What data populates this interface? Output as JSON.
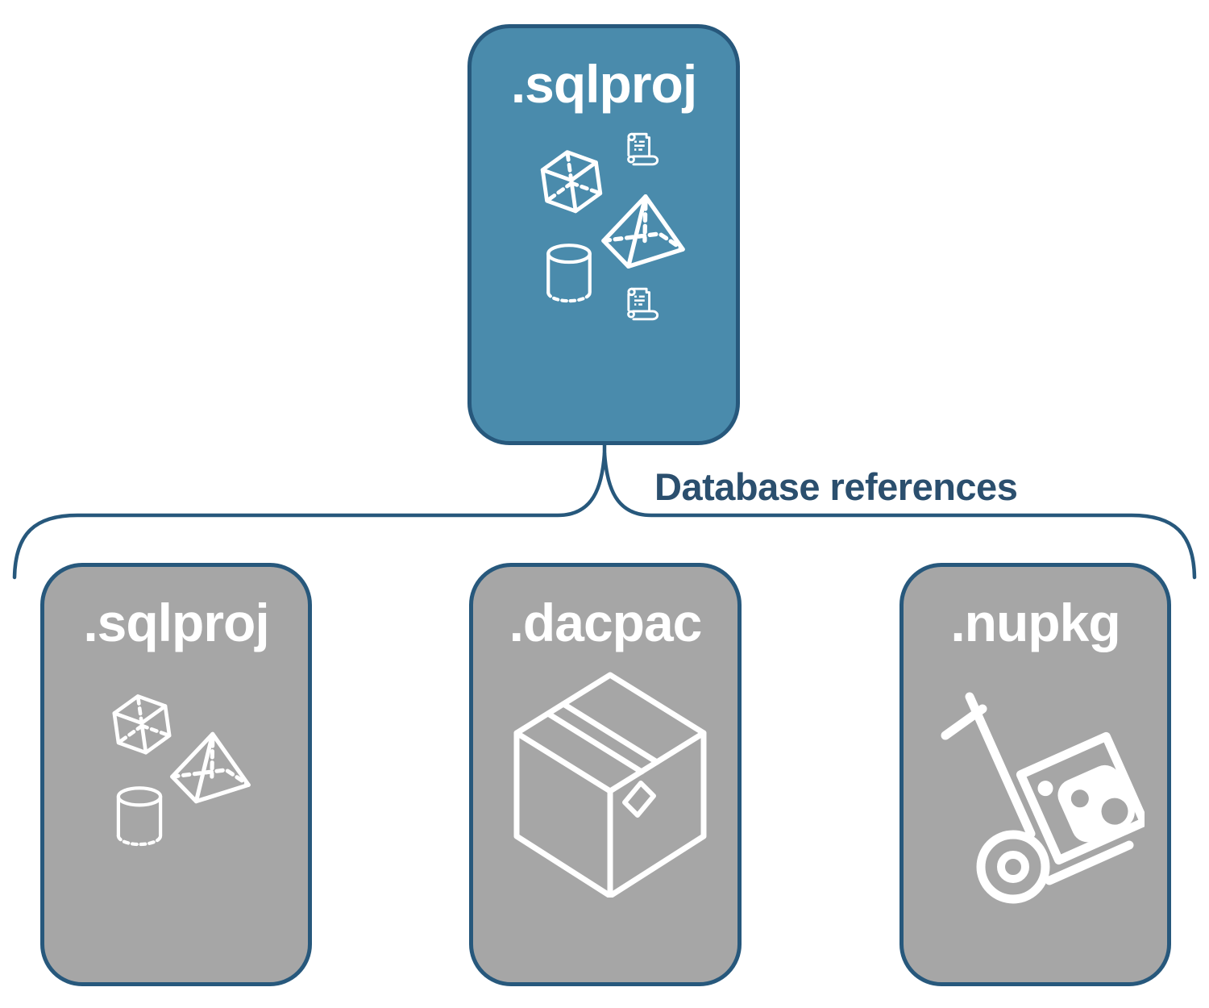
{
  "diagram": {
    "root_node": {
      "label": ".sqlproj",
      "icons": [
        "scroll-icon",
        "cube-icon",
        "pyramid-icon",
        "cylinder-icon",
        "scroll-icon"
      ]
    },
    "connector": {
      "label": "Database references"
    },
    "child_nodes": [
      {
        "label": ".sqlproj",
        "icons": [
          "cube-icon",
          "pyramid-icon",
          "cylinder-icon"
        ]
      },
      {
        "label": ".dacpac",
        "icons": [
          "package-box-icon"
        ]
      },
      {
        "label": ".nupkg",
        "icons": [
          "hand-truck-icon"
        ]
      }
    ],
    "colors": {
      "root_fill": "#4a8bac",
      "child_fill": "#a6a6a6",
      "border": "#27587c",
      "connector_line": "#27587c",
      "label_text": "#2b4f6e",
      "icon_stroke": "#ffffff",
      "background": "#ffffff"
    }
  }
}
